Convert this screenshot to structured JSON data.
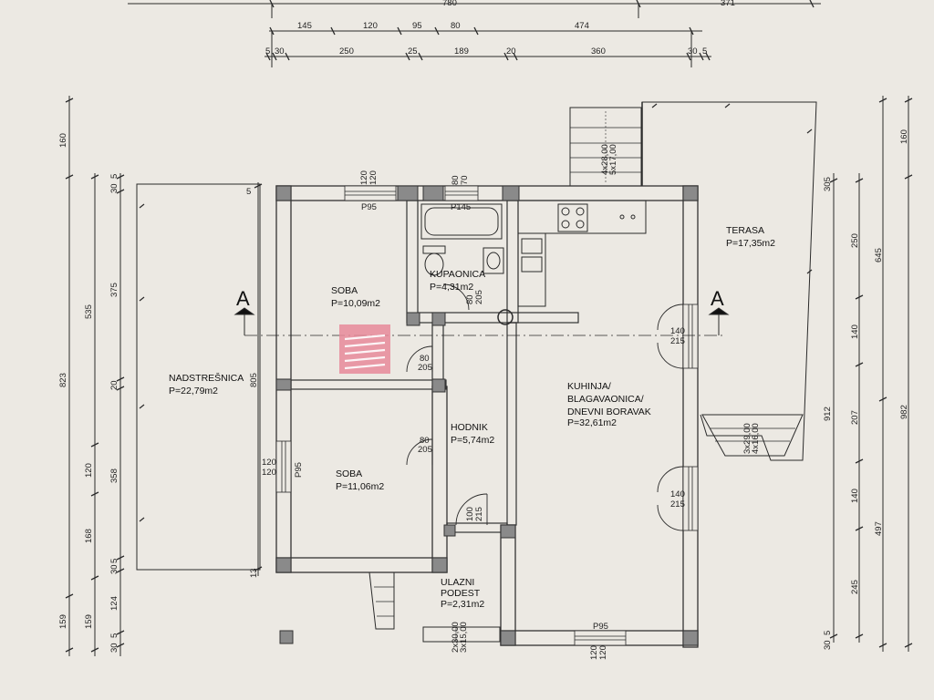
{
  "top_dims": {
    "row1": [
      "780",
      "371"
    ],
    "row2": [
      "145",
      "120",
      "95",
      "80",
      "474"
    ],
    "row3": [
      "5",
      "30",
      "250",
      "25",
      "189",
      "20",
      "360",
      "30",
      "5"
    ]
  },
  "left_dims": {
    "outer": [
      "160",
      "823",
      "159"
    ],
    "middle": [
      "535",
      "120",
      "168",
      "159"
    ],
    "inner": [
      "30",
      "5",
      "375",
      "20",
      "358",
      "5",
      "30",
      "124",
      "5",
      "30"
    ],
    "wall": [
      "5",
      "805",
      "13"
    ]
  },
  "right_dims": {
    "outer": [
      "160",
      "982"
    ],
    "middle": [
      "645",
      "912",
      "497"
    ],
    "inner": [
      "305",
      "250",
      "140",
      "207",
      "140",
      "245",
      "5",
      "30"
    ]
  },
  "rooms": {
    "nadstresnica": {
      "name": "NADSTREŠNICA",
      "area": "P=22,79m2"
    },
    "soba1": {
      "name": "SOBA",
      "area": "P=10,09m2"
    },
    "soba2": {
      "name": "SOBA",
      "area": "P=11,06m2"
    },
    "kupaonica": {
      "name": "KUPAONICA",
      "area": "P=4,31m2"
    },
    "hodnik": {
      "name": "HODNIK",
      "area": "P=5,74m2"
    },
    "kuhinja": {
      "line1": "KUHINJA/",
      "line2": "BLAGAVAONICA/",
      "line3": "DNEVNI BORAVAK",
      "area": "P=32,61m2"
    },
    "terasa": {
      "name": "TERASA",
      "area": "P=17,35m2"
    },
    "podest": {
      "line1": "ULAZNI",
      "line2": "PODEST",
      "area": "P=2,31m2"
    }
  },
  "section_mark": "A",
  "window_labels": {
    "p95": "P95",
    "p145": "P145",
    "w120_a": "120",
    "w120_b": "120",
    "w80": "80",
    "w70": "70",
    "w120_c": "120",
    "w120_d": "120",
    "w120_e": "120",
    "w120_f": "120"
  },
  "door_labels": {
    "d80": "80",
    "d205": "205",
    "d100": "100",
    "d215": "215",
    "d140": "140"
  },
  "stair_labels": {
    "terasa_top_a": "4x28,00",
    "terasa_top_b": "5x17,00",
    "terasa_side_a": "3x29,00",
    "terasa_side_b": "4x16,00",
    "entry_a": "2x30,00",
    "entry_b": "3x15,00"
  },
  "colors": {
    "wall": "#4a4a4a",
    "line": "#2a2a2a",
    "column": "#8a8a8a",
    "logo": "#e88a9a",
    "paper": "#ece9e3"
  }
}
